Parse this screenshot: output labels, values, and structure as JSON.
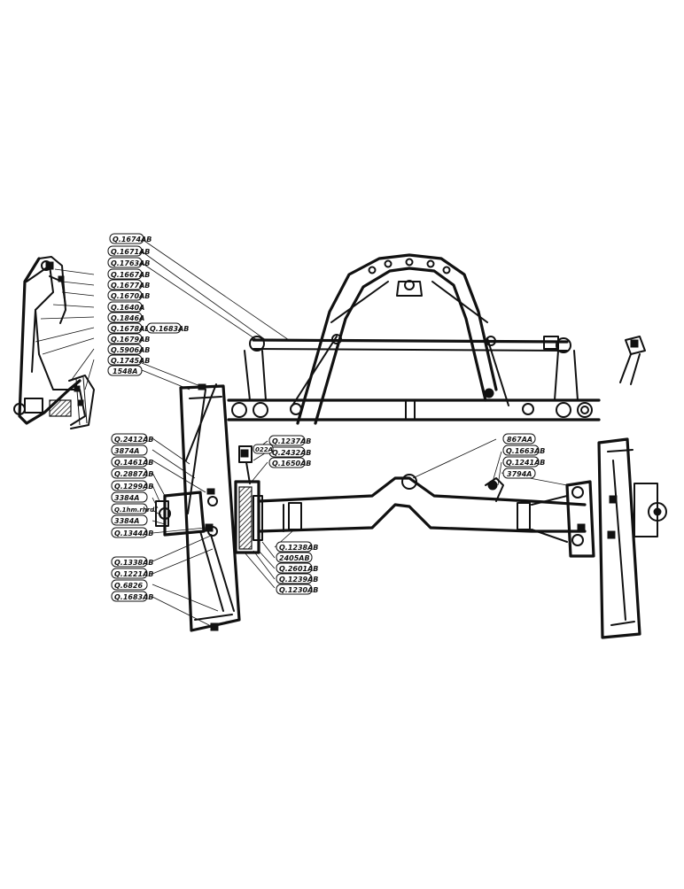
{
  "diagram": {
    "labels_upper": [
      "Q.1674AB",
      "Q.1671AB",
      "Q.1763AB",
      "Q.1667AB",
      "Q.1677AB",
      "Q.1670AB",
      "Q.1640A",
      "Q.1846A",
      "Q.1678AB",
      "Q.1683AB",
      "Q.1679AB",
      "Q.5906AB",
      "Q.1745AB",
      "1548A"
    ],
    "labels_left": [
      "Q.2412AB",
      "3874A",
      "Q.1461AB",
      "Q.2887AB",
      "Q.1299AB",
      "3384A",
      "Q.1hm.rhrd",
      "3384A",
      "Q.1344AB",
      "Q.1338AB",
      "Q.1221AB",
      "Q.6826",
      "Q.1683AB"
    ],
    "labels_center": [
      "Q.1237AB",
      "Q.2432AB",
      "Q.1650AB",
      "022A"
    ],
    "labels_lower": [
      "Q.1238AB",
      "2405AB",
      "Q.2601AB",
      "Q.1239AB",
      "Q.1230AB"
    ],
    "labels_right": [
      "867AA",
      "Q.1663AB",
      "Q.1241AB",
      "3794A"
    ]
  }
}
